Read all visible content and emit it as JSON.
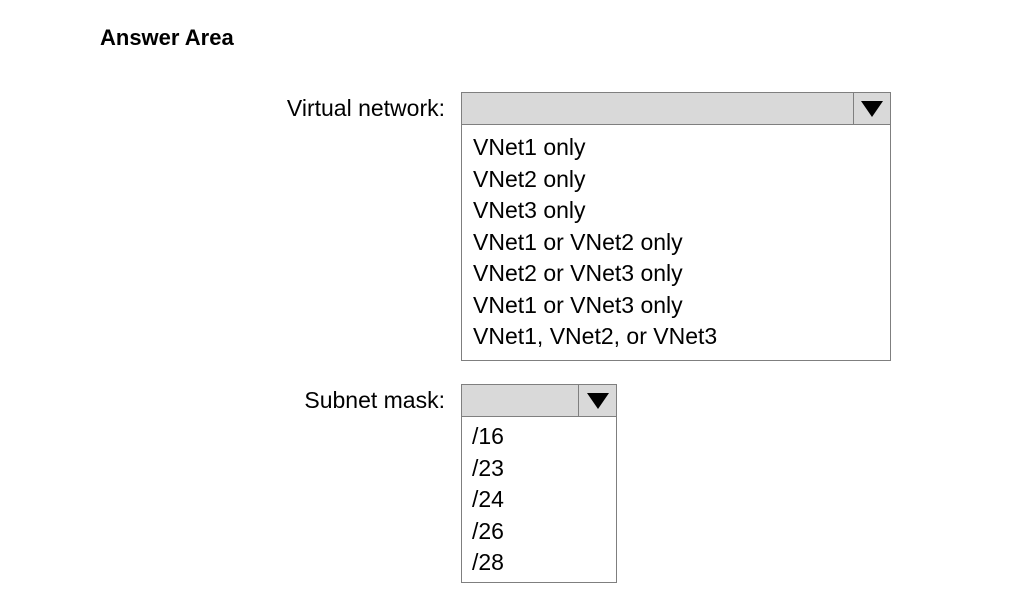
{
  "title": "Answer Area",
  "fields": [
    {
      "label": "Virtual network:",
      "selected": "",
      "options": [
        "VNet1 only",
        "VNet2 only",
        "VNet3 only",
        "VNet1 or VNet2 only",
        "VNet2 or VNet3 only",
        "VNet1 or VNet3 only",
        "VNet1, VNet2, or VNet3"
      ]
    },
    {
      "label": "Subnet mask:",
      "selected": "",
      "options": [
        "/16",
        "/23",
        "/24",
        "/26",
        "/28"
      ]
    }
  ],
  "icons": {
    "dropdown_arrow": "triangle-down-icon"
  },
  "colors": {
    "header_bg": "#d9d9d9",
    "border": "#7f7f7f",
    "text": "#000000"
  }
}
